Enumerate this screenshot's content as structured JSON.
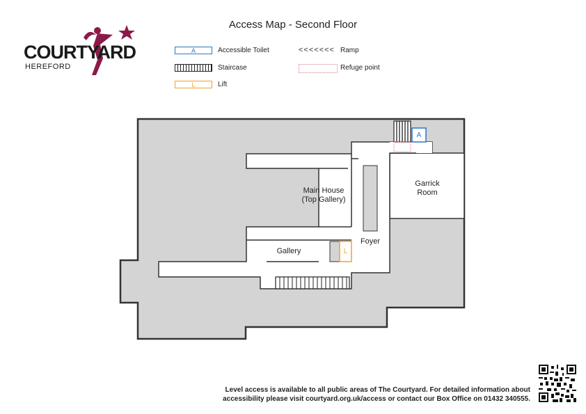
{
  "title": "Access Map - Second Floor",
  "logo": {
    "word": "COURTYARD",
    "sub": "HEREFORD"
  },
  "legend": {
    "toilet_symbol": "A",
    "toilet_label": "Accessible Toilet",
    "staircase_label": "Staircase",
    "lift_symbol": "L",
    "lift_label": "Lift",
    "ramp_symbol": "<<<<<<<",
    "ramp_label": "Ramp",
    "refuge_label": "Refuge point"
  },
  "rooms": {
    "main_house_line1": "Main House",
    "main_house_line2": "(Top Gallery)",
    "garrick_line1": "Garrick",
    "garrick_line2": "Room",
    "gallery": "Gallery",
    "foyer": "Foyer",
    "toilet_marker": "A",
    "lift_marker": "L"
  },
  "footer": {
    "line1": "Level access is available to all public areas of The Courtyard. For detailed information about",
    "line2": "accessibility please visit courtyard.org.uk/access or contact our Box Office on 01432 340555."
  },
  "colors": {
    "wall": "#333333",
    "fill": "#d4d4d4",
    "accent_logo": "#8b1a4a",
    "toilet": "#2d77c2",
    "lift": "#f0a030",
    "refuge": "#d87a8a"
  }
}
